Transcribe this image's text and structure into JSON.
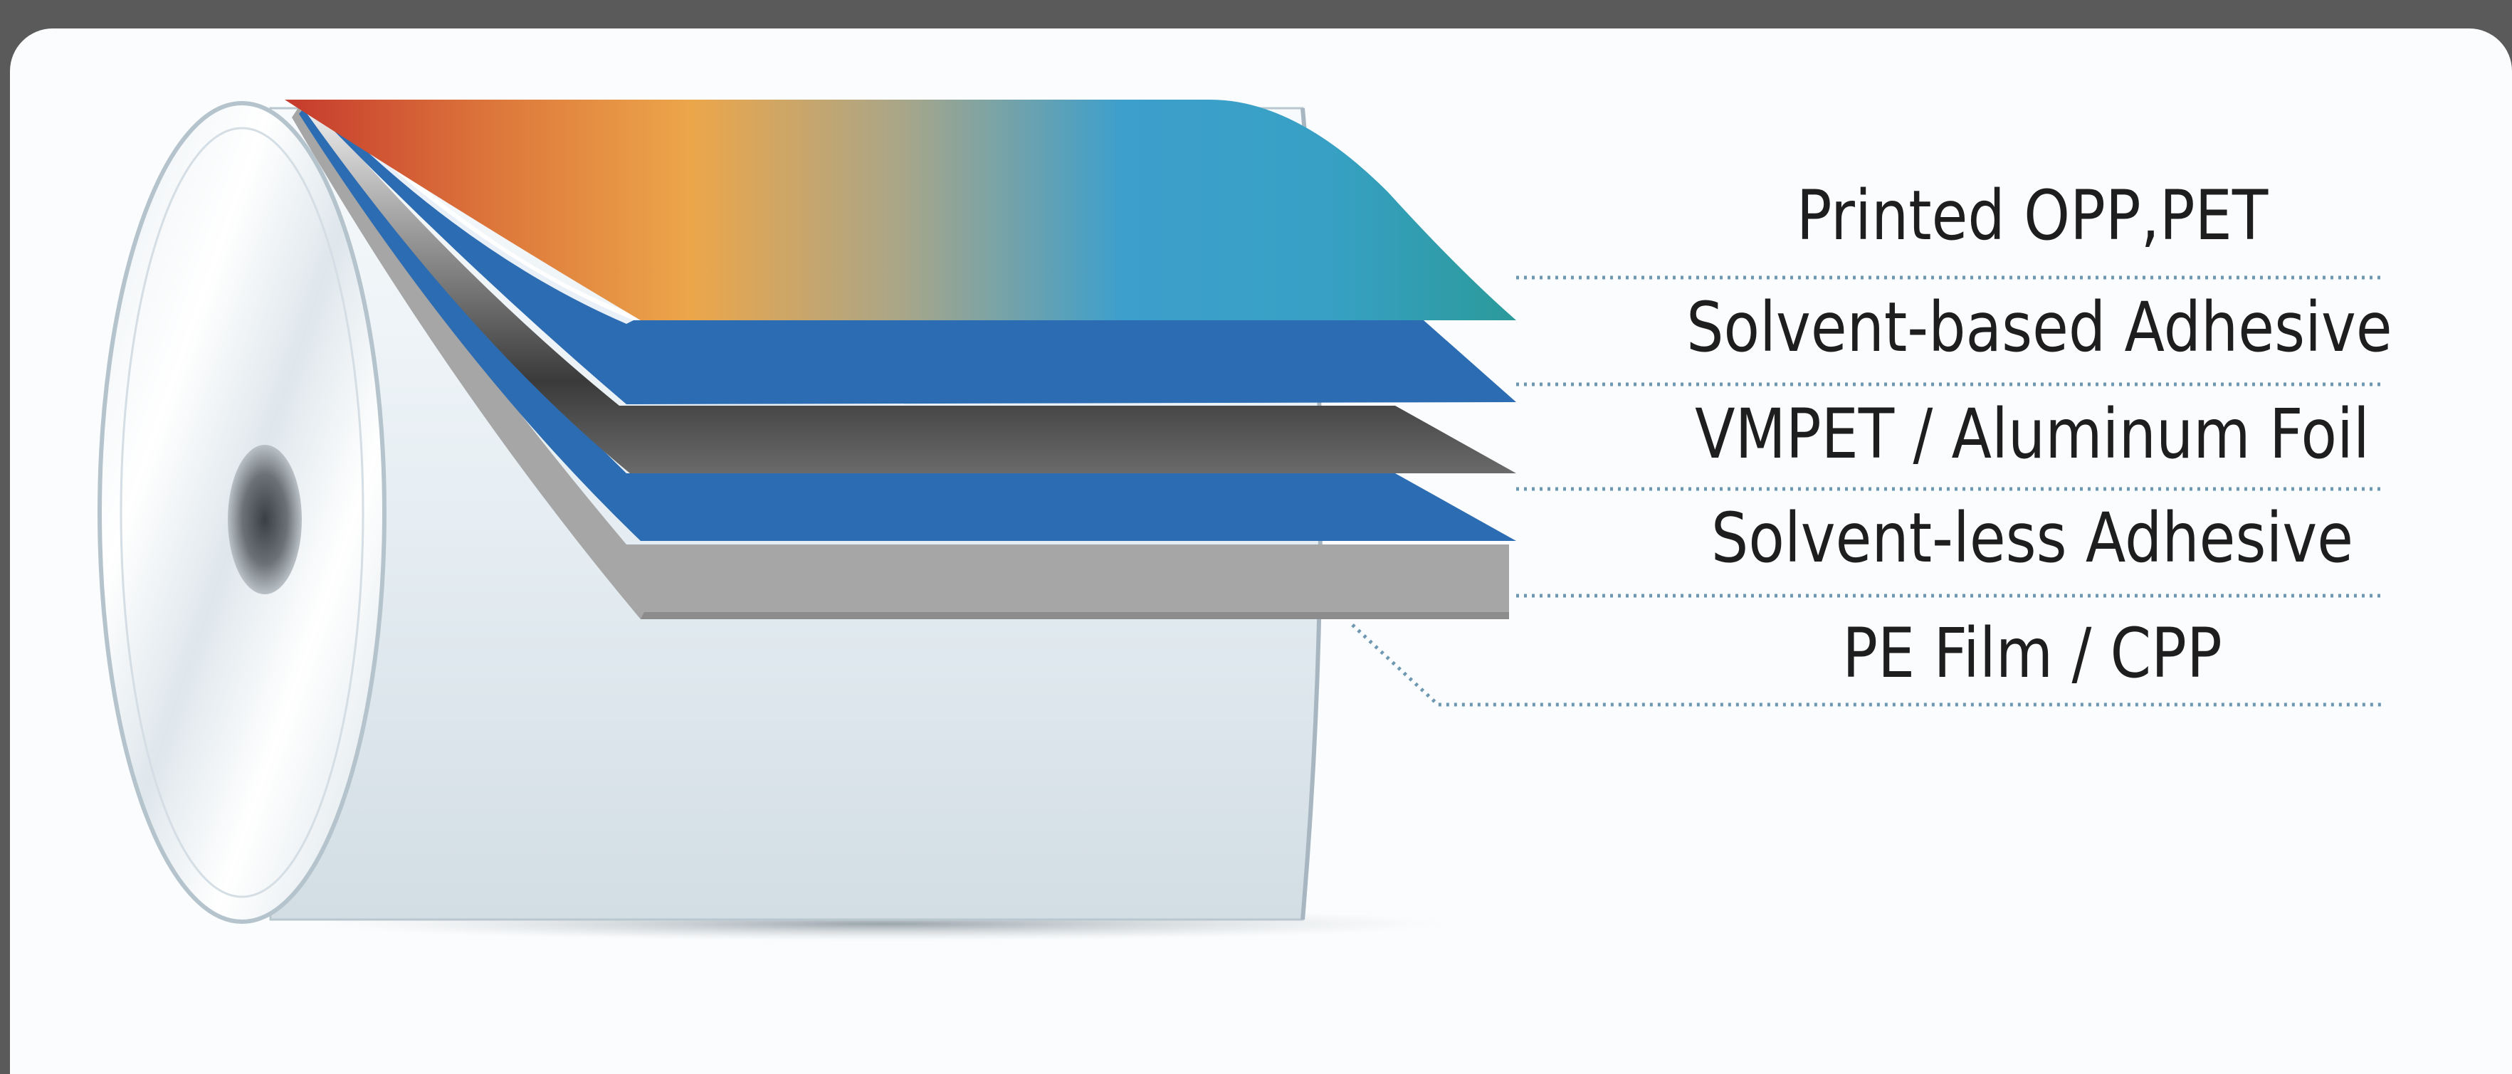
{
  "diagram": {
    "layers": [
      {
        "label": "Printed OPP,PET"
      },
      {
        "label": "Solvent-based Adhesive"
      },
      {
        "label": "VMPET / Aluminum Foil"
      },
      {
        "label": "Solvent-less Adhesive"
      },
      {
        "label": "PE Film / CPP"
      }
    ]
  }
}
